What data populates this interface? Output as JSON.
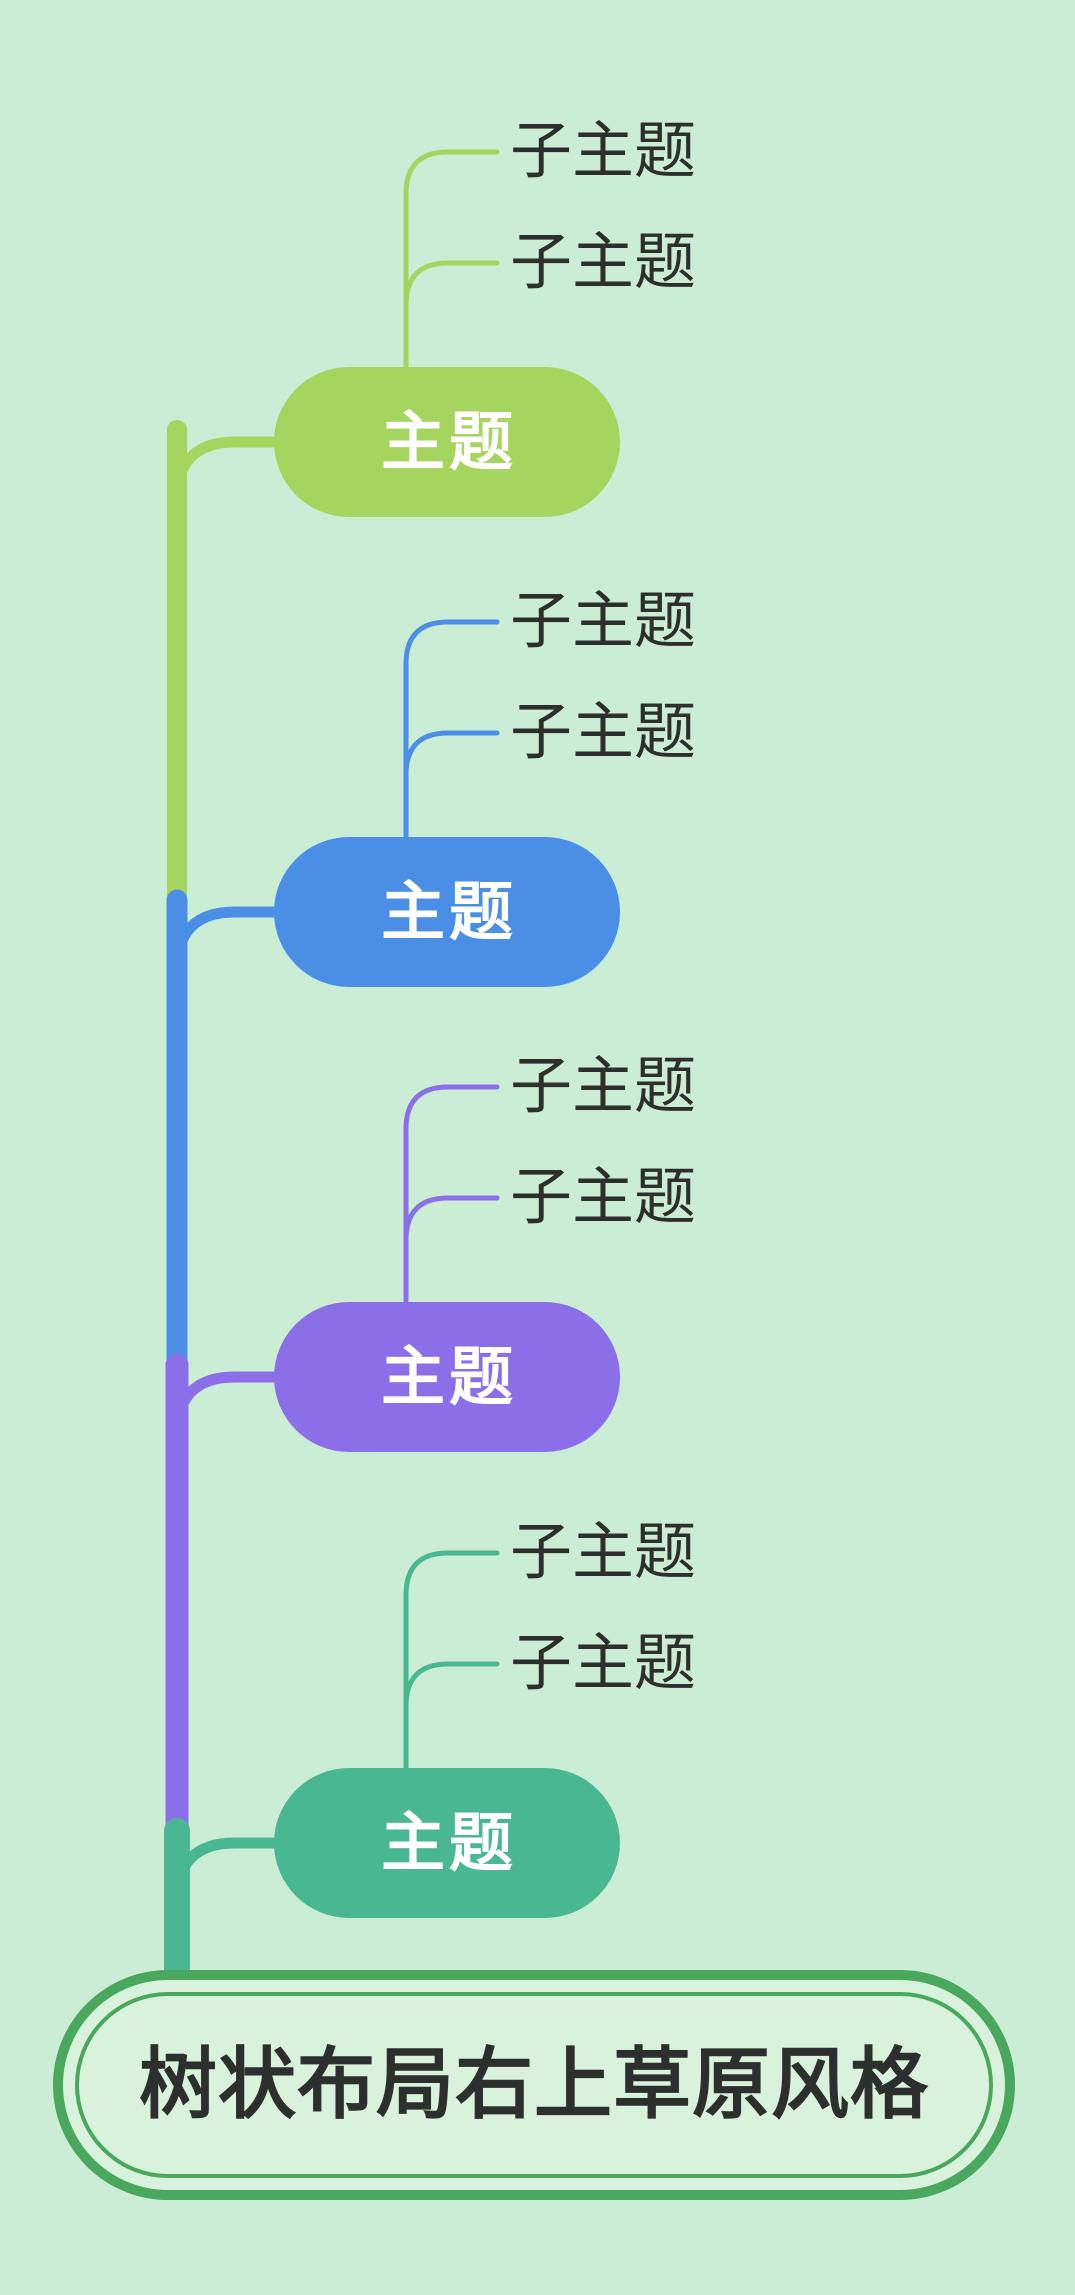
{
  "canvas": {
    "background": "#cbedd6"
  },
  "root": {
    "label": "树状布局右上草原风格",
    "border_color": "#4aa85e",
    "fill": "#d8f2dc",
    "text_color": "#2d2f2e"
  },
  "subtopic_text_color": "#2d2f2e",
  "topics": [
    {
      "label": "主题",
      "color": "#a5d55f",
      "text_color": "#ffffff",
      "subtopics": [
        {
          "label": "子主题"
        },
        {
          "label": "子主题"
        }
      ]
    },
    {
      "label": "主题",
      "color": "#4b8ee6",
      "text_color": "#ffffff",
      "subtopics": [
        {
          "label": "子主题"
        },
        {
          "label": "子主题"
        }
      ]
    },
    {
      "label": "主题",
      "color": "#8b6fe8",
      "text_color": "#ffffff",
      "subtopics": [
        {
          "label": "子主题"
        },
        {
          "label": "子主题"
        }
      ]
    },
    {
      "label": "主题",
      "color": "#49b792",
      "text_color": "#ffffff",
      "subtopics": [
        {
          "label": "子主题"
        },
        {
          "label": "子主题"
        }
      ]
    }
  ]
}
